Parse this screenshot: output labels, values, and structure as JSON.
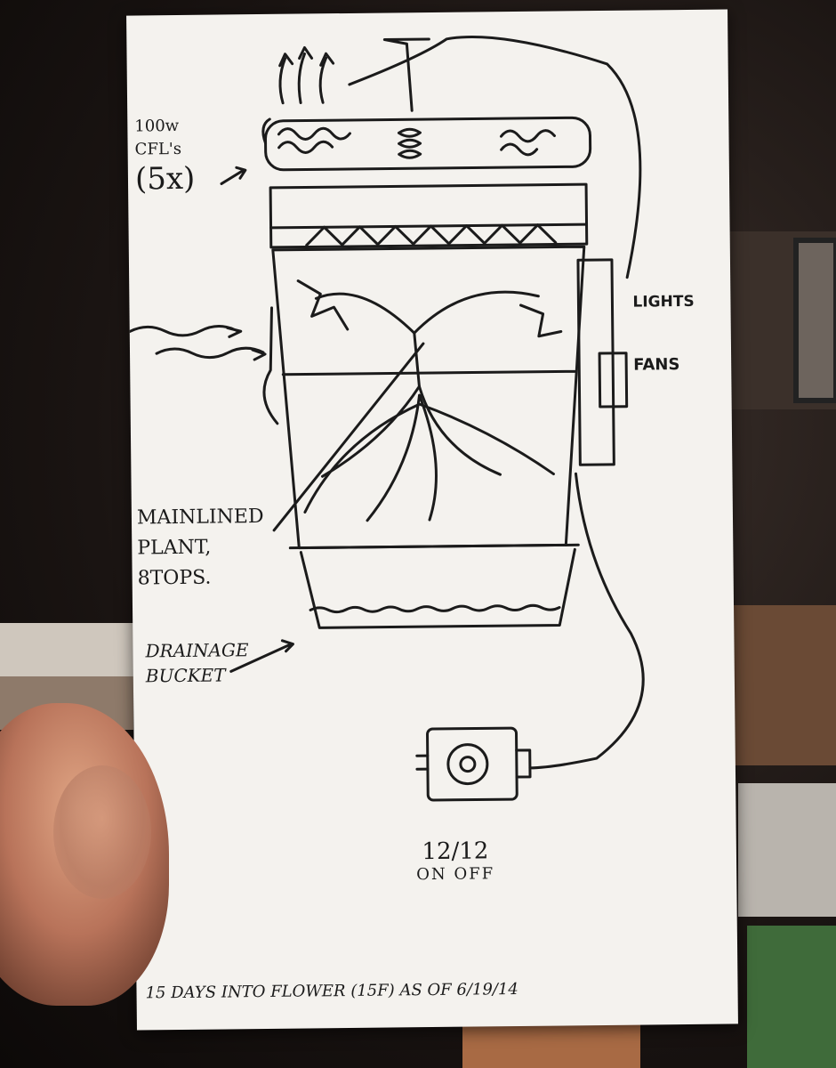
{
  "labels": {
    "cfl_line1": "100w",
    "cfl_line2": "CFL's",
    "cfl_line3": "(5x)",
    "lights": "LIGHTS",
    "fans": "FANS",
    "plant_line1": "MAINLINED",
    "plant_line2": "PLANT,",
    "plant_line3": "8TOPS.",
    "drain_line1": "DRAINAGE",
    "drain_line2": "BUCKET",
    "timer_line1": "12/12",
    "timer_line2": "ON OFF",
    "footer": "15 DAYS INTO FLOWER  (15F) AS OF 6/19/14"
  },
  "colors": {
    "ink": "#1b1b1b",
    "card": "#f4f2ee"
  }
}
